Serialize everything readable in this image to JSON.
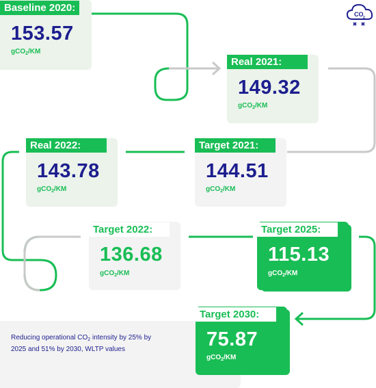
{
  "unit_label": "gCO",
  "unit_subscript": "2",
  "unit_suffix": "/KM",
  "icon": {
    "name": "co2-cloud-icon",
    "text": "CO",
    "subscript": "2"
  },
  "colors": {
    "green": "#19bd55",
    "navy": "#1d1e8f",
    "light_card": "#ebf3ea",
    "grey_card": "#f3f3f3",
    "connector_grey": "#c9c9c9"
  },
  "steps": [
    {
      "label": "Baseline 2020:",
      "value": "153.57"
    },
    {
      "label": "Real 2021:",
      "value": "149.32"
    },
    {
      "label": "Target 2021:",
      "value": "144.51"
    },
    {
      "label": "Real 2022:",
      "value": "143.78"
    },
    {
      "label": "Target 2022:",
      "value": "136.68"
    },
    {
      "label": "Target 2025:",
      "value": "115.13"
    },
    {
      "label": "Target 2030:",
      "value": "75.87"
    }
  ],
  "note": {
    "part1": "Reducing operational CO",
    "subscript": "2",
    "part2": " intensity by 25% by 2025 and 51% by 2030, WLTP values"
  }
}
